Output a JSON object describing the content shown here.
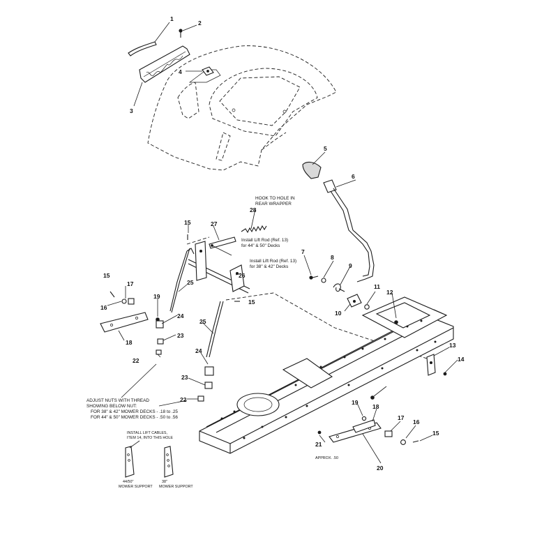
{
  "callouts": [
    "1",
    "2",
    "3",
    "4",
    "5",
    "6",
    "7",
    "8",
    "9",
    "10",
    "11",
    "12",
    "13",
    "14",
    "15",
    "16",
    "17",
    "18",
    "19",
    "20",
    "21",
    "22",
    "23",
    "24",
    "25",
    "26",
    "27",
    "28"
  ],
  "notes": {
    "hook": [
      "HOOK TO HOLE IN",
      "REAR WRAPPER"
    ],
    "install_44_50": [
      "Install Lift Rod (Ref. 13)",
      "for 44\" & 50\" Decks"
    ],
    "install_38_42": [
      "Install Lift Rod (Ref. 13)",
      "for 38\" & 42\" Decks"
    ],
    "adjust": [
      "ADJUST NUTS WITH THREAD",
      "SHOWING BELOW NUT:",
      "FOR 38\" & 42\" MOWER DECKS - .18 to .25",
      "FOR 44\" & 50\" MOWER DECKS - .50 to .56"
    ],
    "cables": [
      "INSTALL LIFT CABLES,",
      "ITEM 14, INTO THIS HOLE"
    ],
    "support_left": [
      "44/50\"",
      "MOWER SUPPORT"
    ],
    "support_right": [
      "38\"",
      "MOWER SUPPORT"
    ],
    "approx": "APPROX. .50"
  },
  "colors": {
    "line": "#1a1a1a",
    "shade": "#d9d9d9",
    "background": "#ffffff"
  }
}
